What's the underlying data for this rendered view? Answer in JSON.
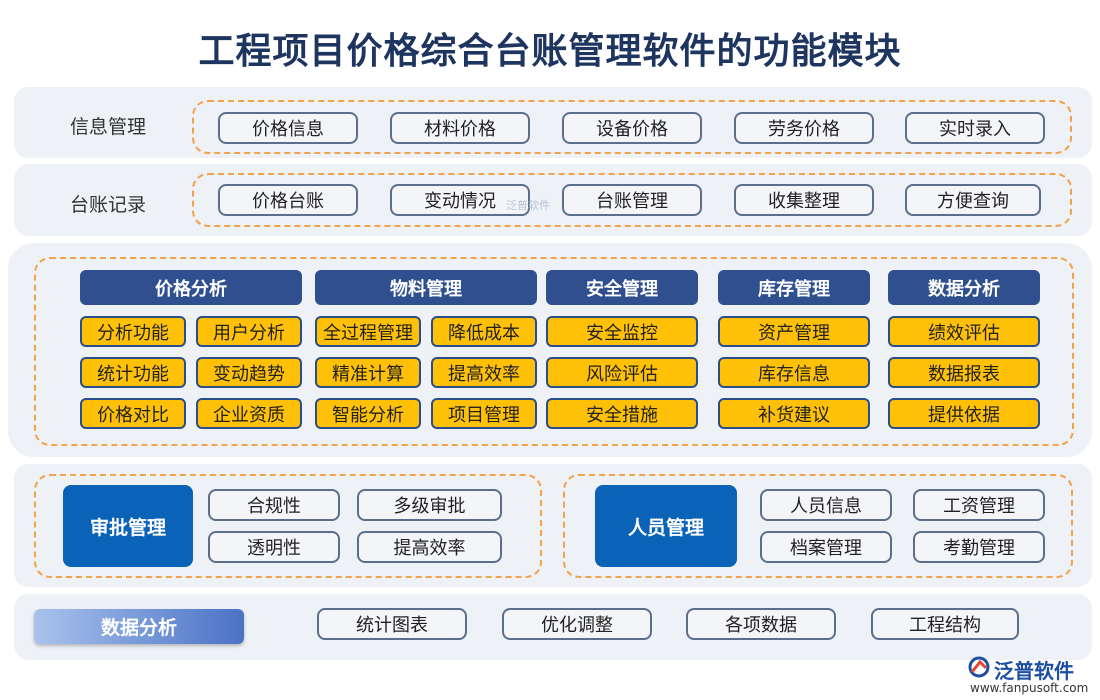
{
  "title": "工程项目价格综合台账管理软件的功能模块",
  "info": {
    "label": "信息管理",
    "items": [
      "价格信息",
      "材料价格",
      "设备价格",
      "劳务价格",
      "实时录入"
    ]
  },
  "ledger": {
    "label": "台账记录",
    "items": [
      "价格台账",
      "变动情况",
      "台账管理",
      "收集整理",
      "方便查询"
    ]
  },
  "modules": [
    {
      "header": "价格分析",
      "items": [
        "分析功能",
        "用户分析",
        "统计功能",
        "变动趋势",
        "价格对比",
        "企业资质"
      ]
    },
    {
      "header": "物料管理",
      "items": [
        "全过程管理",
        "降低成本",
        "精准计算",
        "提高效率",
        "智能分析",
        "项目管理"
      ]
    },
    {
      "header": "安全管理",
      "items": [
        "安全监控",
        "风险评估",
        "安全措施"
      ]
    },
    {
      "header": "库存管理",
      "items": [
        "资产管理",
        "库存信息",
        "补货建议"
      ]
    },
    {
      "header": "数据分析",
      "items": [
        "绩效评估",
        "数据报表",
        "提供依据"
      ]
    }
  ],
  "approval": {
    "label": "审批管理",
    "items": [
      "合规性",
      "多级审批",
      "透明性",
      "提高效率"
    ]
  },
  "personnel": {
    "label": "人员管理",
    "items": [
      "人员信息",
      "工资管理",
      "档案管理",
      "考勤管理"
    ]
  },
  "data_analysis": {
    "label": "数据分析",
    "items": [
      "统计图表",
      "优化调整",
      "各项数据",
      "工程结构"
    ]
  },
  "watermark": "泛普软件",
  "logo": {
    "text": "泛普软件",
    "url": "www.fanpusoft.com",
    "icon": "fanpu-logo-icon"
  },
  "colors": {
    "header_blue": "#2f4f8f",
    "yellow": "#ffc107",
    "box_blue": "#0b63b8",
    "dash_orange": "#f2a24a"
  }
}
